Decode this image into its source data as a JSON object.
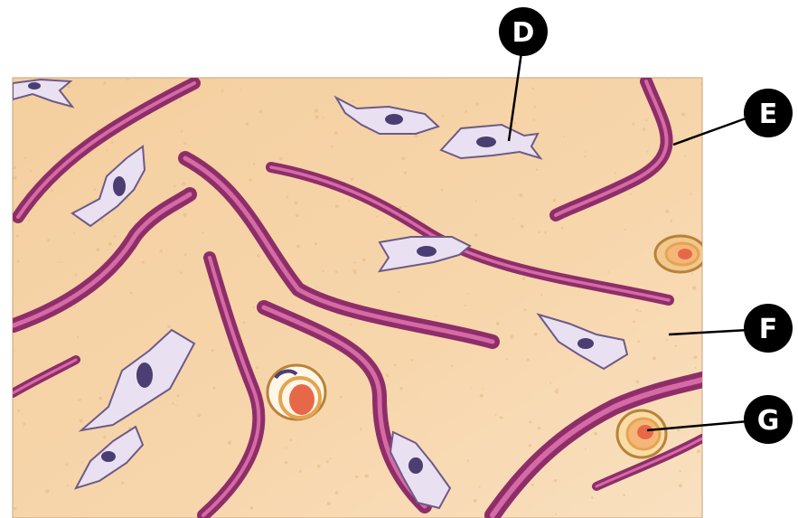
{
  "callouts": [
    {
      "id": "D",
      "label": "D"
    },
    {
      "id": "E",
      "label": "E"
    },
    {
      "id": "F",
      "label": "F"
    },
    {
      "id": "G",
      "label": "G"
    }
  ],
  "colors": {
    "background": "#ffffff",
    "matrix": "#f6d2a6",
    "collagen": "#a83a7a",
    "collagen_light": "#d86aa8",
    "cell_fill": "#e9e0f2",
    "cell_outline": "#6e5a86",
    "nucleus": "#4a3e72",
    "fat_ring": "#e3a54f",
    "callout": "#000000"
  }
}
